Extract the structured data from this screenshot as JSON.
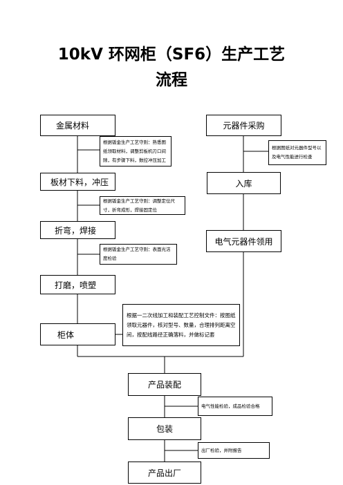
{
  "title": {
    "line1": "10kV 环网柜（SF6）生产工艺",
    "line2": "流程"
  },
  "left_column": {
    "metal": "金属材料",
    "cutting": "板材下料，冲压",
    "bending": "折弯，焊接",
    "polishing": "打磨，喷塑",
    "cabinet": "柜体"
  },
  "right_column": {
    "purchase": "元器件采购",
    "warehouse": "入库",
    "requisition": "电气元器件领用"
  },
  "bottom_column": {
    "assembly": "产品装配",
    "packaging": "包装",
    "shipping": "产品出厂"
  },
  "notes": {
    "metal_note": "根据钣金生产工艺守则：熟悉图纸领取材料，调整剪板机刃口间隙，有步骤下料，数控冲压加工",
    "cutting_note": "根据钣金生产工艺守则：调整定位尺寸，折弯成形，焊接固定位",
    "bending_note": "根据钣金生产工艺守则：表面光洁度检验",
    "purchase_note": "根据图纸对元器件型号以及电气性能进行检查",
    "cabinet_note": "根据一二次线加工和装配工艺控制文件：按图纸领取元器件，核对型号、数量，合理排列距离空间，按配线路径正确落料，并做标记套",
    "assembly_note": "电气性能检验，成品检验合格",
    "packaging_note": "出厂检验，并附报告"
  }
}
